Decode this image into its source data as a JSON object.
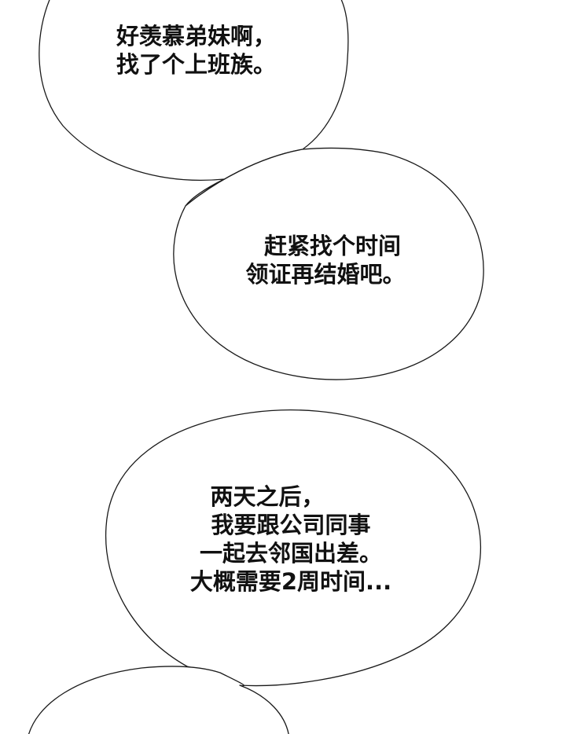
{
  "bubbles": [
    {
      "lines": [
        "好羡慕弟妹啊，",
        "找了个上班族。"
      ]
    },
    {
      "lines": [
        "赶紧找个时间",
        "领证再结婚吧。"
      ]
    },
    {
      "lines": [
        "两天之后，",
        "我要跟公司同事",
        "一起去邻国出差。",
        "大概需要2周时间..."
      ]
    },
    {
      "lines": []
    }
  ]
}
